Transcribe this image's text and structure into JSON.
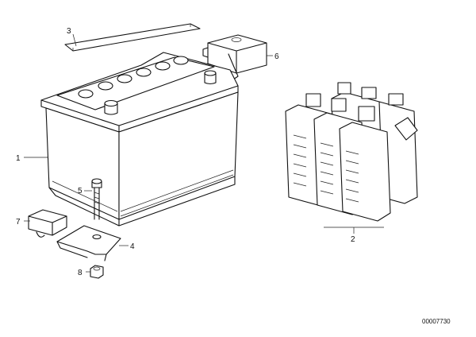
{
  "callouts": {
    "battery": "1",
    "bottles": "2",
    "strip": "3",
    "bracket": "4",
    "bolt": "5",
    "terminal_cover": "6",
    "pad": "7",
    "nut": "8"
  },
  "drawing_code": "00007730"
}
